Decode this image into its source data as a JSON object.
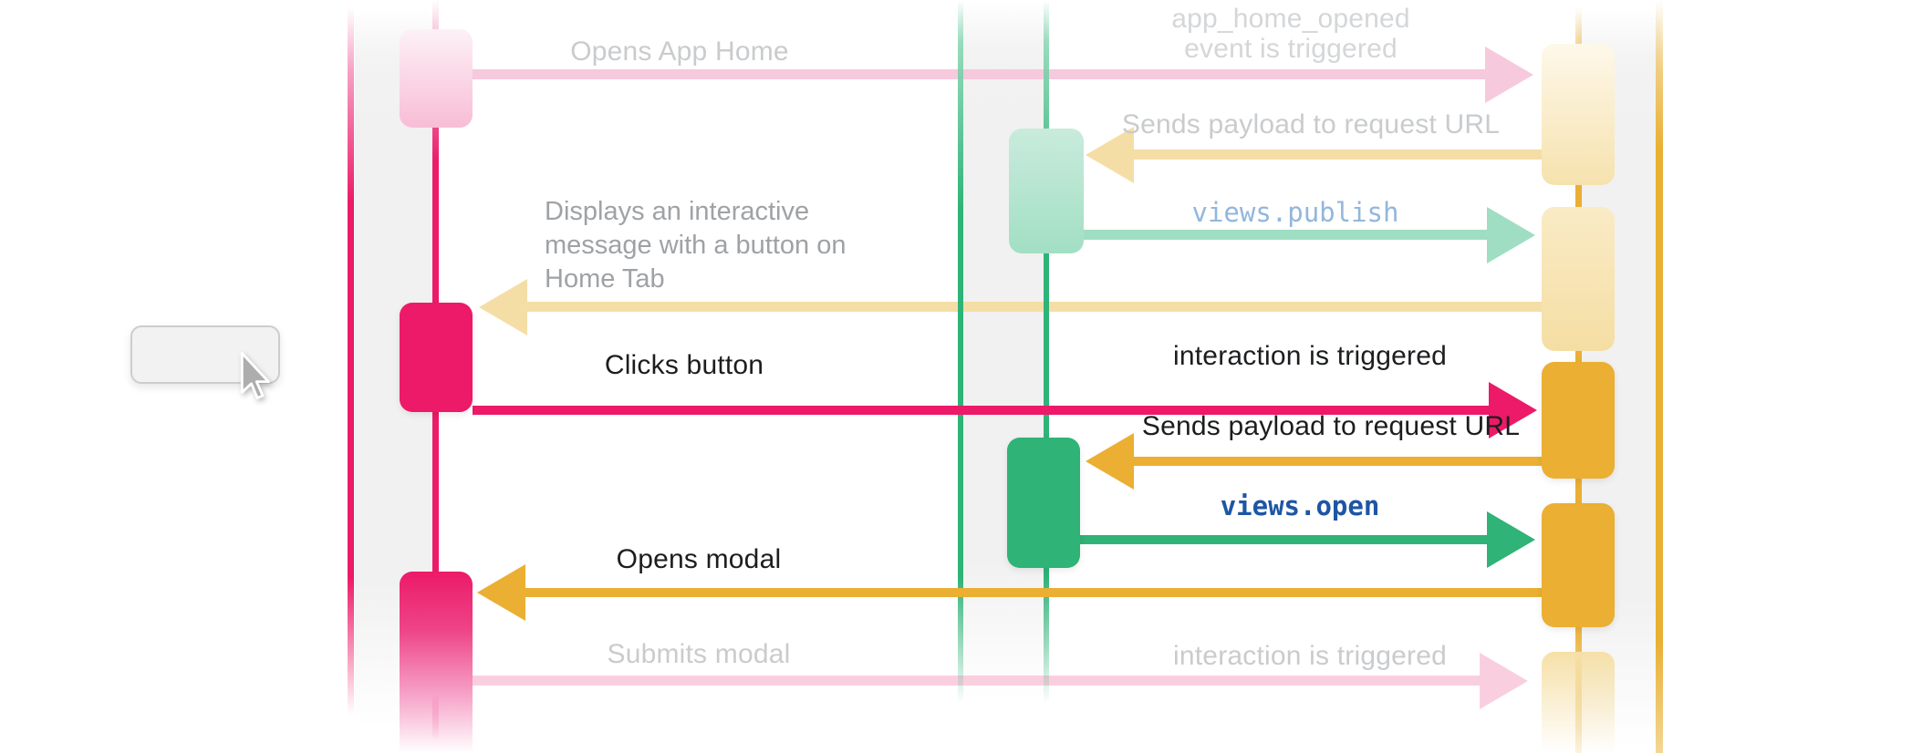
{
  "diagram": {
    "type": "sequence",
    "columns": [
      {
        "id": "pink-lifeline",
        "color": "#EC1A68"
      },
      {
        "id": "green-lifeline",
        "color": "#2FB377"
      },
      {
        "id": "yellow-lifeline",
        "color": "#EAAF33"
      }
    ],
    "messages": [
      {
        "label_left": "Opens App Home",
        "label_right": "app_home_opened\nevent is triggered",
        "from": "pink",
        "to": "yellow",
        "direction": "right",
        "state": "faded",
        "color": "pink"
      },
      {
        "label": "Sends payload to request URL",
        "from": "yellow",
        "to": "green",
        "direction": "left",
        "state": "faded",
        "color": "yellow"
      },
      {
        "label": "views.publish",
        "from": "green",
        "to": "yellow",
        "direction": "right",
        "state": "faded",
        "color": "green",
        "label_style": "code-light-blue"
      },
      {
        "label": "Displays an interactive\nmessage with a button on\nHome Tab",
        "from": "yellow",
        "to": "pink",
        "direction": "left",
        "state": "faded",
        "color": "yellow"
      },
      {
        "label_left": "Clicks button",
        "label_right": "interaction is triggered",
        "from": "pink",
        "to": "yellow",
        "direction": "right",
        "state": "active",
        "color": "pink"
      },
      {
        "label": "Sends payload to request URL",
        "from": "yellow",
        "to": "green",
        "direction": "left",
        "state": "active",
        "color": "yellow"
      },
      {
        "label": "views.open",
        "from": "green",
        "to": "yellow",
        "direction": "right",
        "state": "active",
        "color": "green",
        "label_style": "code-dark-blue"
      },
      {
        "label": "Opens modal",
        "from": "yellow",
        "to": "pink",
        "direction": "left",
        "state": "active",
        "color": "yellow"
      },
      {
        "label_left": "Submits modal",
        "label_right": "interaction is triggered",
        "from": "pink",
        "to": "yellow",
        "direction": "right",
        "state": "faded",
        "color": "pink"
      }
    ],
    "api_methods": [
      "views.publish",
      "views.open"
    ]
  },
  "icons": {
    "cursor": "arrow-pointer-icon"
  },
  "colors": {
    "pink": "#EC1A68",
    "pink_faded": "#F7C9DC",
    "green": "#2FB377",
    "green_faded": "#9FDEC3",
    "gold": "#EAAF33",
    "gold_faded": "#F5DEA6",
    "code_light_blue": "#93B7DB",
    "code_dark_blue": "#1E56A4",
    "label_black": "#1C1D1F",
    "label_gray": "#9FA2A5",
    "label_faded": "#C9CBCD",
    "column_gray": "#F1F1F1"
  }
}
